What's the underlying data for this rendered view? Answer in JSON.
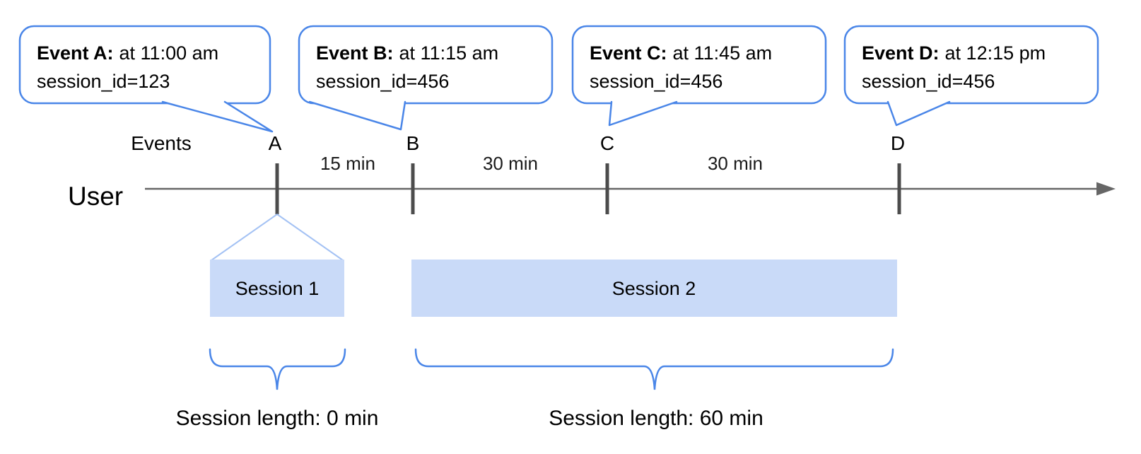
{
  "callouts": [
    {
      "title": "Event A:",
      "time": "at 11:00 am",
      "session_line": "session_id=123"
    },
    {
      "title": "Event B:",
      "time": "at 11:15 am",
      "session_line": "session_id=456"
    },
    {
      "title": "Event C:",
      "time": "at 11:45 am",
      "session_line": "session_id=456"
    },
    {
      "title": "Event D:",
      "time": "at 12:15 pm",
      "session_line": "session_id=456"
    }
  ],
  "timeline": {
    "user_label": "User",
    "events_label": "Events",
    "marks": [
      {
        "label": "A"
      },
      {
        "label": "B"
      },
      {
        "label": "C"
      },
      {
        "label": "D"
      }
    ],
    "intervals": [
      {
        "label": "15 min"
      },
      {
        "label": "30 min"
      },
      {
        "label": "30 min"
      }
    ]
  },
  "sessions": [
    {
      "label": "Session 1",
      "length_label": "Session length: 0 min"
    },
    {
      "label": "Session 2",
      "length_label": "Session length: 60 min"
    }
  ],
  "colors": {
    "accent_blue": "#4a86e8",
    "session_fill": "#c9daf8",
    "funnel_blue": "#a4c2f4",
    "axis_gray": "#666666",
    "tick_gray": "#4c4c4c",
    "text": "#000000"
  }
}
